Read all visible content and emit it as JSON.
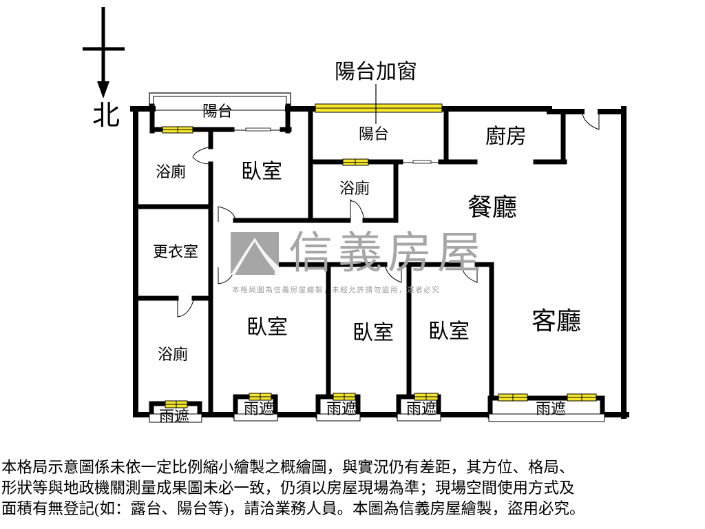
{
  "compass": {
    "north_label": "北",
    "arrow_direction": "down",
    "icon": "north-arrow-icon"
  },
  "annotations": {
    "balcony_window": "陽台加窗"
  },
  "rooms": {
    "balcony_top_left": "陽台",
    "bathroom_top_left": "浴廁",
    "bedroom_master": "臥室",
    "balcony_top_center": "陽台",
    "bathroom_center": "浴廁",
    "kitchen": "廚房",
    "dining_room": "餐廳",
    "walk_in_closet": "更衣室",
    "bathroom_bottom_left": "浴廁",
    "bedroom_2": "臥室",
    "bedroom_3": "臥室",
    "bedroom_4": "臥室",
    "living_room": "客廳"
  },
  "awnings": [
    {
      "label": "雨遮"
    },
    {
      "label": "雨遮"
    },
    {
      "label": "雨遮"
    },
    {
      "label": "雨遮"
    },
    {
      "label": "雨遮"
    }
  ],
  "watermark": {
    "brand": "信義房屋",
    "notice": "本格局圖為信義房屋繪製，未經允許請勿盜用，違者必究",
    "color": "#a6a6a6"
  },
  "disclaimer": {
    "lines": [
      "本格局示意圖係未依一定比例縮小繪製之概繪圖，與實況仍有差距，其方位、格局、",
      "形狀等與地政機關測量成果圖未必一致，仍須以房屋現場為準；現場空間使用方式及",
      "面積有無登記(如：露台、陽台等)，請洽業務人員。本圖為信義房屋繪製，盜用必究。"
    ]
  },
  "colors": {
    "wall": "#000000",
    "window_fill": "#f5e62a",
    "background": "#ffffff"
  }
}
